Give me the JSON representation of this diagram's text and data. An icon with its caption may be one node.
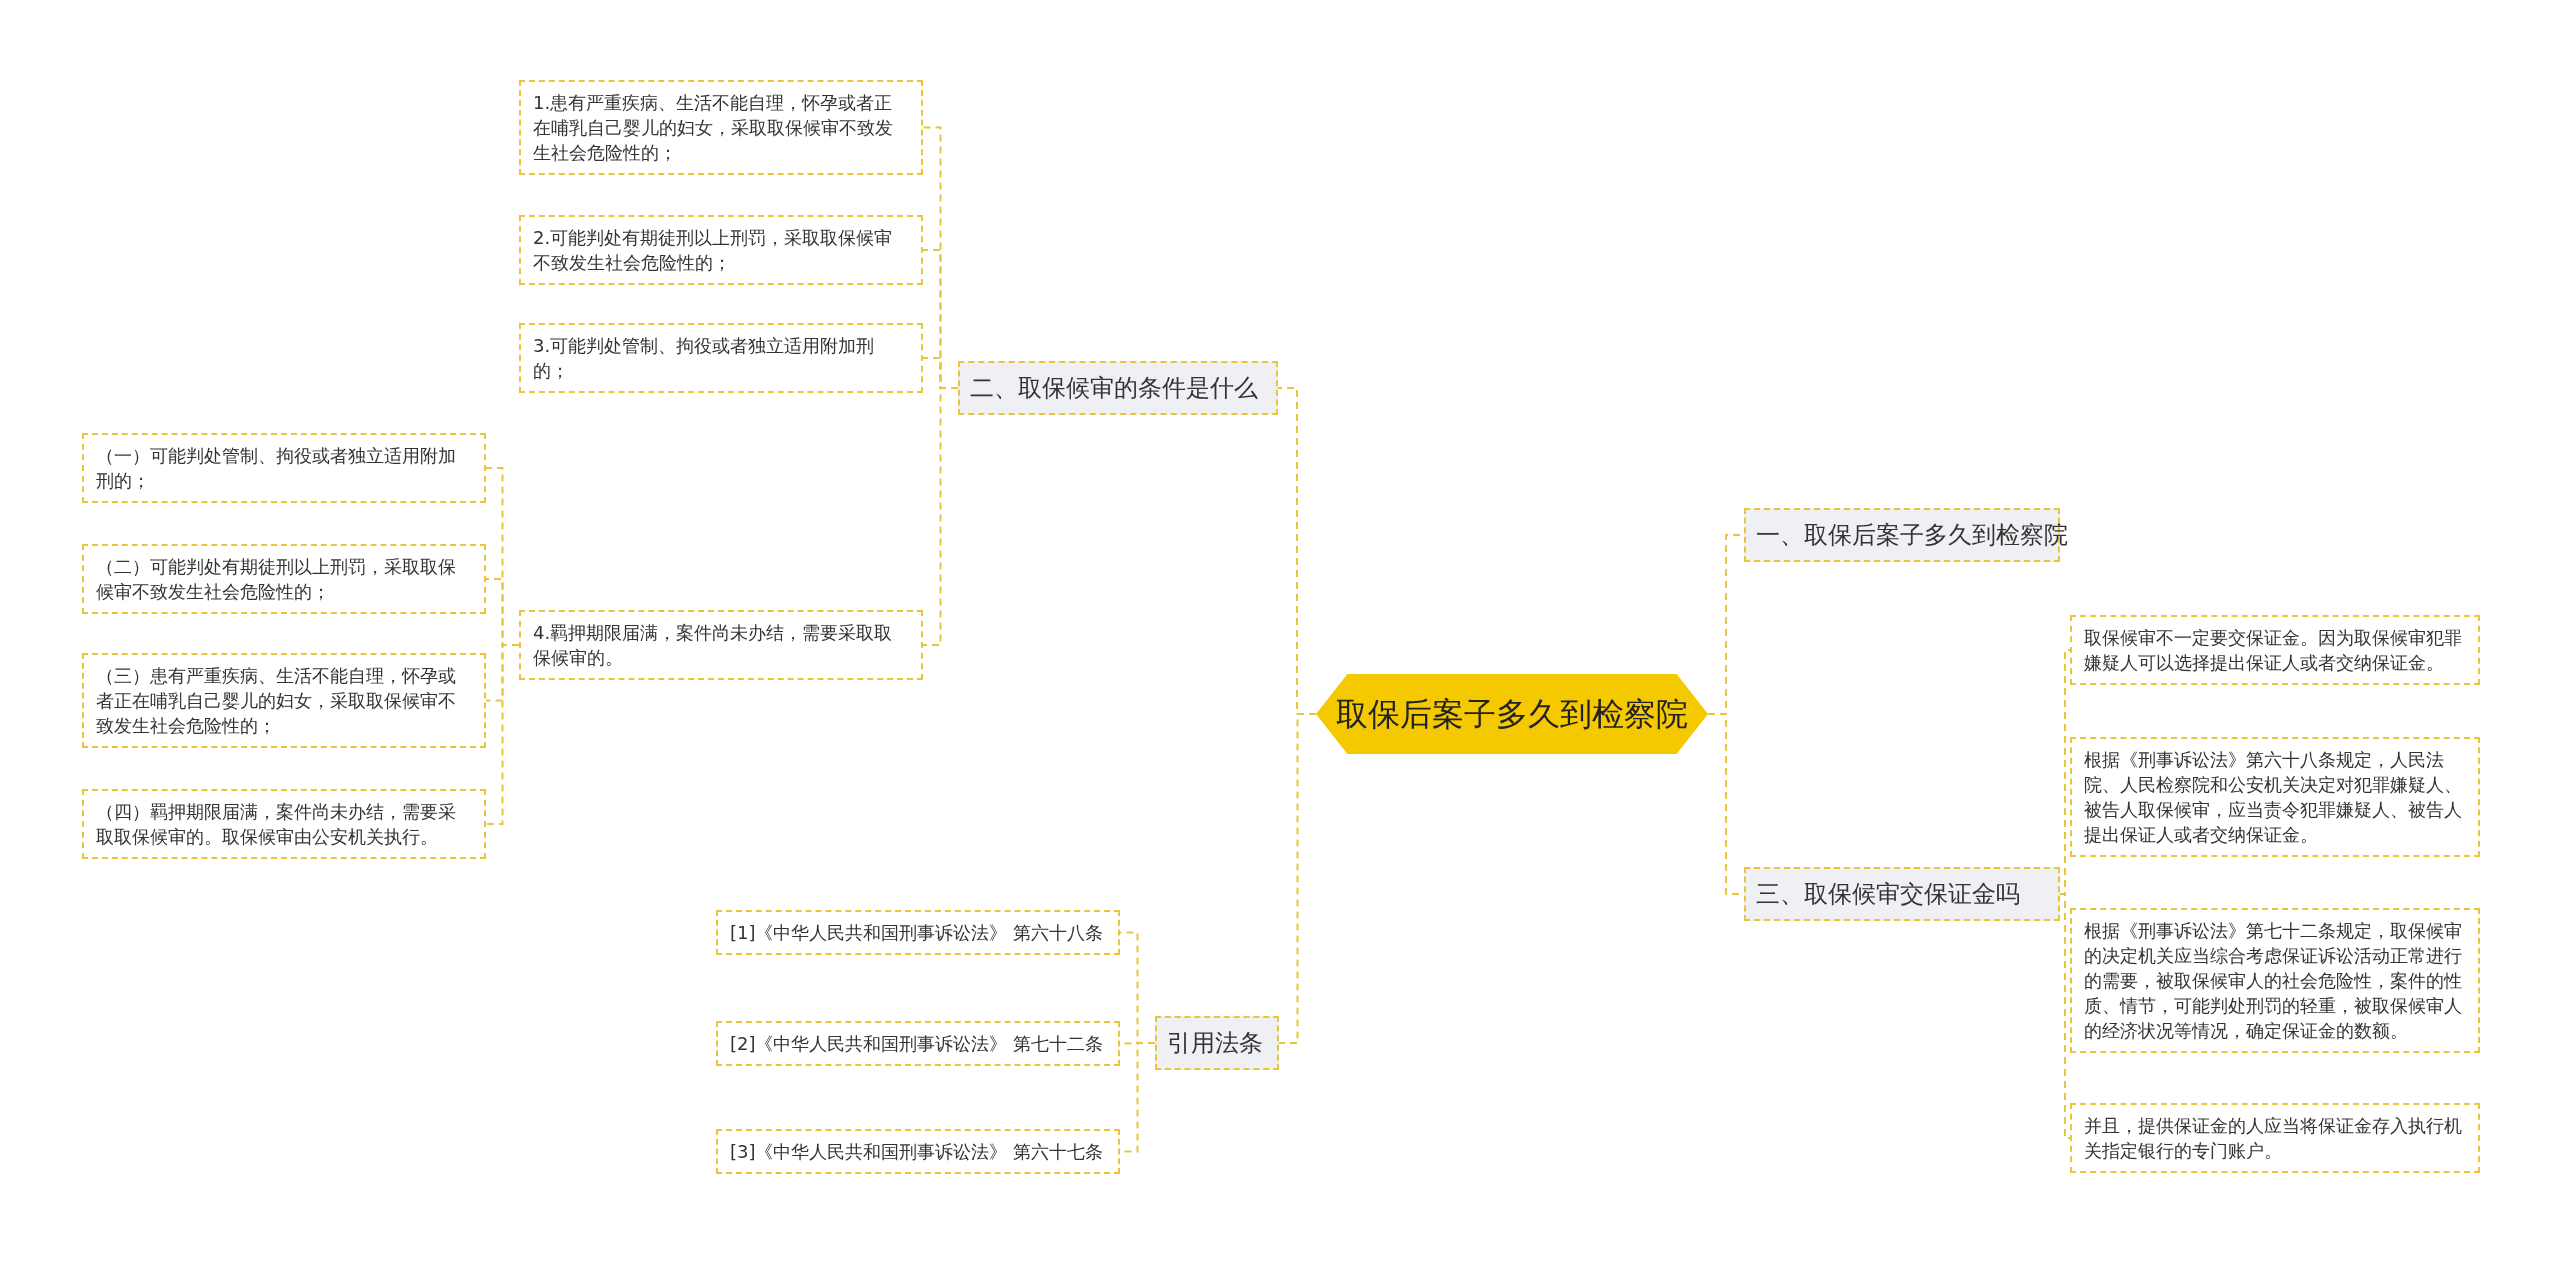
{
  "diagram": {
    "nodes": [
      {
        "text": [
          "取保后案子多久到检察院"
        ]
      },
      {
        "text": [
          "二、取保候审的条件是什么"
        ]
      },
      {
        "text": [
          "1.患有严重疾病、生活不能自理，怀孕或者正在哺乳自己婴儿的妇女，采取取保候审不致发生社会危险性的；"
        ]
      },
      {
        "text": [
          "2.可能判处有期徒刑以上刑罚，采取取保候审不致发生社会危险性的；"
        ]
      },
      {
        "text": [
          "3.可能判处管制、拘役或者独立适用附加刑的；"
        ]
      },
      {
        "text": [
          "4.羁押期限届满，案件尚未办结，需要采取取保候审的。"
        ]
      },
      {
        "text": [
          "（一）可能判处管制、拘役或者独立适用附加刑的；"
        ]
      },
      {
        "text": [
          "（二）可能判处有期徒刑以上刑罚，采取取保候审不致发生社会危险性的；"
        ]
      },
      {
        "text": [
          "（三）患有严重疾病、生活不能自理，怀孕或者正在哺乳自己婴儿的妇女，采取取保候审不致发生社会危险性的；"
        ]
      },
      {
        "text": [
          "（四）羁押期限届满，案件尚未办结，需要采取取保候审的。取保候审由公安机关执行。"
        ]
      },
      {
        "text": [
          "引用法条"
        ]
      },
      {
        "text": [
          "[1]《中华人民共和国刑事诉讼法》 第六十八条"
        ]
      },
      {
        "text": [
          "[2]《中华人民共和国刑事诉讼法》 第七十二条"
        ]
      },
      {
        "text": [
          "[3]《中华人民共和国刑事诉讼法》 第六十七条"
        ]
      },
      {
        "text": [
          "一、取保后案子多久到检察院"
        ]
      },
      {
        "text": [
          "三、取保候审交保证金吗"
        ]
      },
      {
        "text": [
          "取保候审不一定要交保证金。因为取保候审犯罪嫌疑人可以选择提出保证人或者交纳保证金。"
        ]
      },
      {
        "text": [
          "根据《刑事诉讼法》第六十八条规定，人民法院、人民检察院和公安机关决定对犯罪嫌疑人、被告人取保候审，应当责令犯罪嫌疑人、被告人提出保证人或者交纳保证金。"
        ]
      },
      {
        "text": [
          "根据《刑事诉讼法》第七十二条规定，取保候审的决定机关应当综合考虑保证诉讼活动正常进行的需要，被取保候审人的社会危险性，案件的性质、情节，可能判处刑罚的轻重，被取保候审人的经济状况等情况，确定保证金的数额。"
        ]
      },
      {
        "text": [
          "并且，提供保证金的人应当将保证金存入执行机关指定银行的专门账户。"
        ]
      }
    ],
    "edges": [
      {
        "from": 0,
        "to": 1,
        "arrow": "none"
      },
      {
        "from": 1,
        "to": 2,
        "arrow": "none"
      },
      {
        "from": 1,
        "to": 3,
        "arrow": "none"
      },
      {
        "from": 1,
        "to": 4,
        "arrow": "none"
      },
      {
        "from": 1,
        "to": 5,
        "arrow": "none"
      },
      {
        "from": 5,
        "to": 6,
        "arrow": "none"
      },
      {
        "from": 5,
        "to": 7,
        "arrow": "none"
      },
      {
        "from": 5,
        "to": 8,
        "arrow": "none"
      },
      {
        "from": 5,
        "to": 9,
        "arrow": "none"
      },
      {
        "from": 0,
        "to": 10,
        "arrow": "none"
      },
      {
        "from": 10,
        "to": 11,
        "arrow": "none"
      },
      {
        "from": 10,
        "to": 12,
        "arrow": "none"
      },
      {
        "from": 10,
        "to": 13,
        "arrow": "none"
      },
      {
        "from": 0,
        "to": 14,
        "arrow": "none"
      },
      {
        "from": 0,
        "to": 15,
        "arrow": "none"
      },
      {
        "from": 15,
        "to": 16,
        "arrow": "none"
      },
      {
        "from": 15,
        "to": 17,
        "arrow": "none"
      },
      {
        "from": 15,
        "to": 18,
        "arrow": "none"
      },
      {
        "from": 15,
        "to": 19,
        "arrow": "none"
      }
    ]
  }
}
